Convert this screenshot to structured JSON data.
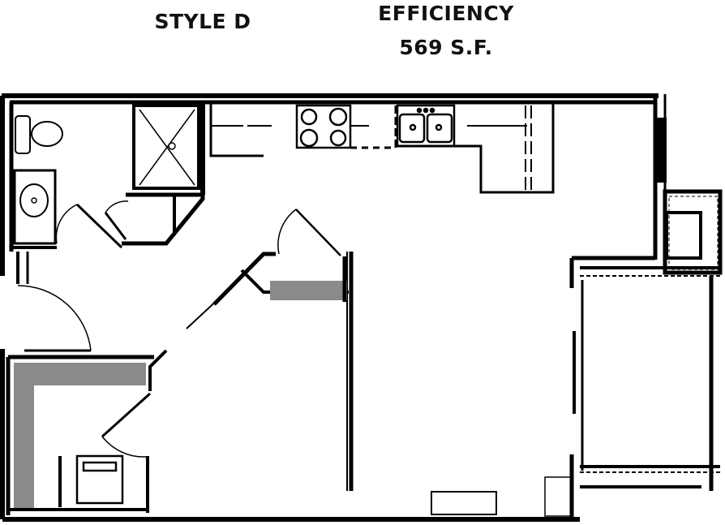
{
  "header": {
    "style": "STYLE D",
    "unit_type": "EFFICIENCY",
    "area": "569 S.F."
  },
  "plan": {
    "wall_color": "#000000",
    "shading_color": "#8a8a8a",
    "background": "#ffffff",
    "rooms": [
      "bathroom",
      "kitchen",
      "living-area",
      "bedroom-alcove",
      "closet",
      "walk-in-closet",
      "patio",
      "storage"
    ],
    "fixtures": [
      "toilet",
      "sink",
      "shower",
      "range",
      "double-sink",
      "bed",
      "counter"
    ]
  }
}
